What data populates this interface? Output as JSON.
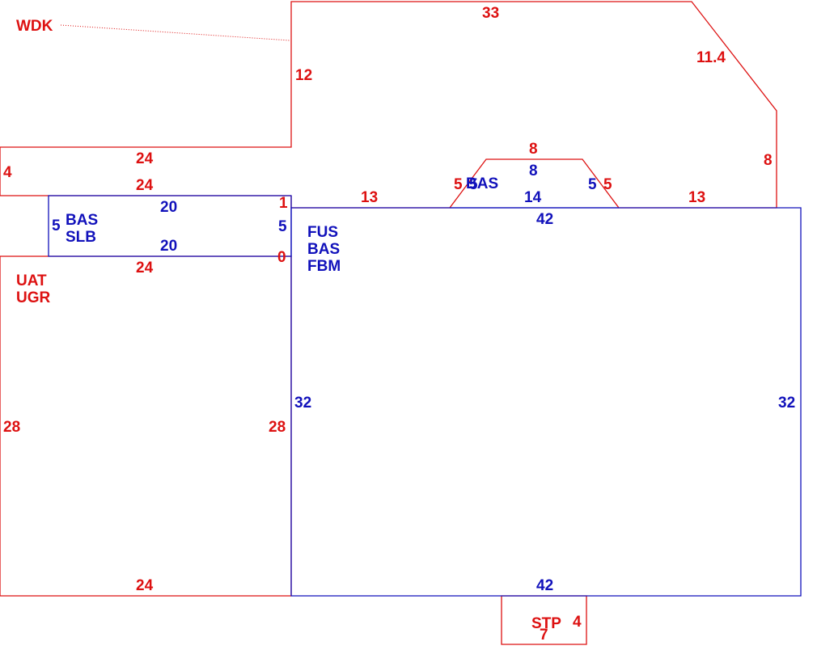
{
  "colors": {
    "exterior": "#dd1111",
    "interior": "#1111bb"
  },
  "labels": {
    "wdk": "WDK",
    "top_33": "33",
    "diag_11_4": "11.4",
    "left_12": "12",
    "right_8": "8",
    "upper_24": "24",
    "left_4": "4",
    "lower_24": "24",
    "slb_top_20": "20",
    "slb_bottom_20": "20",
    "slb_left_5": "5",
    "slb_right_5": "5",
    "slb_right_1": "1",
    "slb_right_0": "0",
    "slb_codes": [
      "BAS",
      "SLB"
    ],
    "uat_top_24": "24",
    "uat_codes": [
      "UAT",
      "UGR"
    ],
    "uat_left_28": "28",
    "uat_right_28": "28",
    "uat_bottom_24": "24",
    "fus_left_13": "13",
    "fus_right_13": "13",
    "bay_top_8_red": "8",
    "bay_top_8_blue": "8",
    "bay_left_5_red": "5",
    "bay_left_5_blue": "5",
    "bay_right_5_blue": "5",
    "bay_right_5_red": "5",
    "bay_code": "BAS",
    "bay_bottom_14": "14",
    "fus_top_42": "42",
    "fus_codes": [
      "FUS",
      "BAS",
      "FBM"
    ],
    "fus_left_32": "32",
    "fus_right_32": "32",
    "fus_bottom_42": "42",
    "stp_code": "STP",
    "stp_4": "4",
    "stp_7": "7"
  }
}
